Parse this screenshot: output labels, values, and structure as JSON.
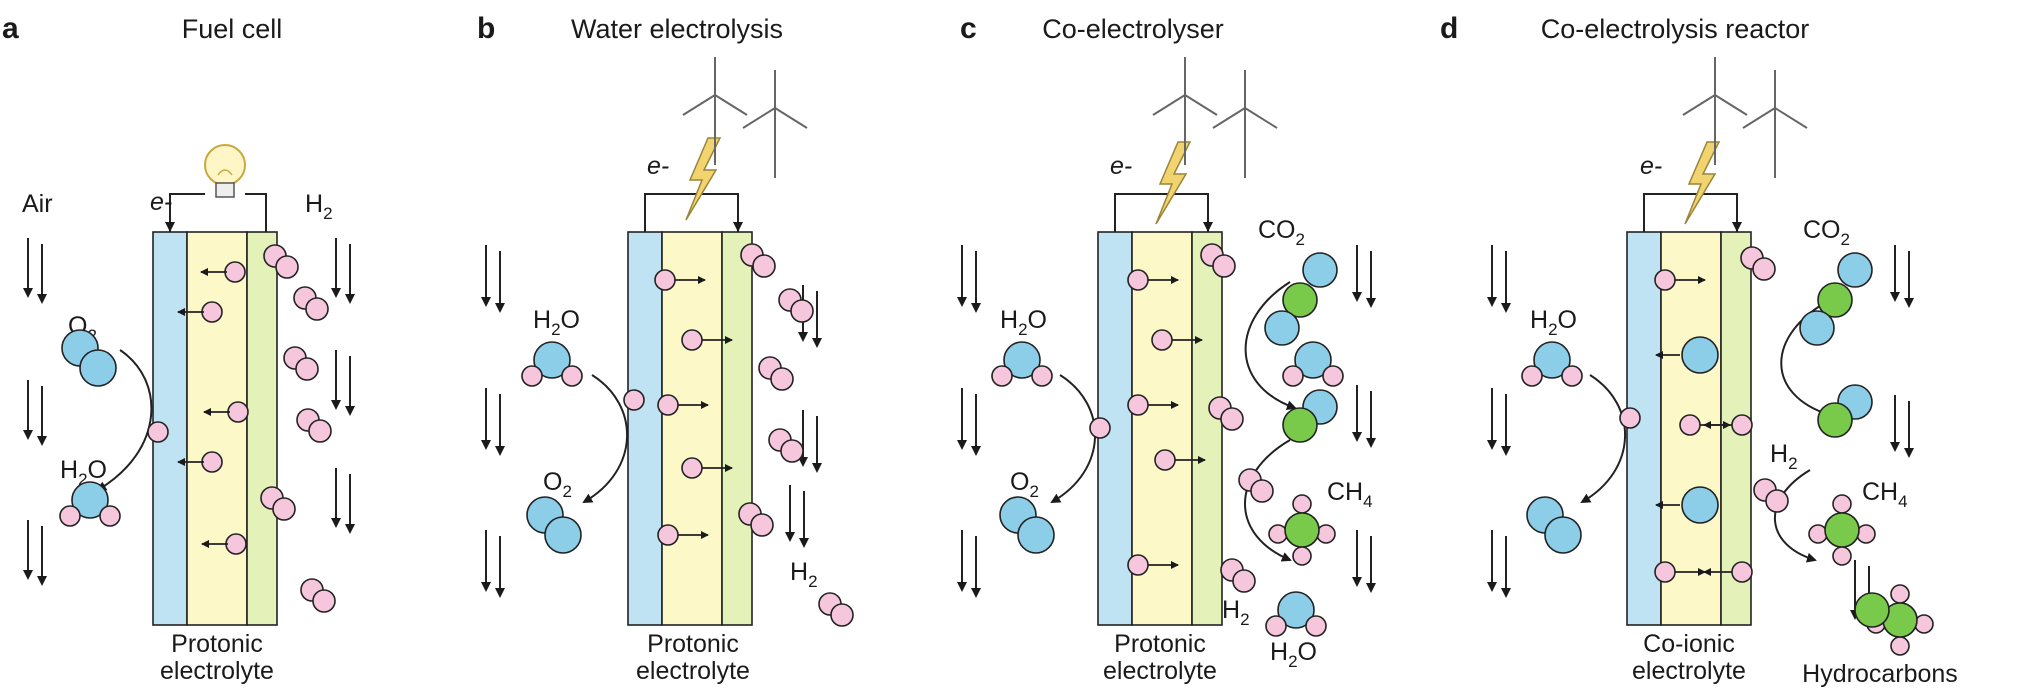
{
  "panels": [
    {
      "letter": "a",
      "title": "Fuel cell",
      "left_label": "Air",
      "right_label": "H",
      "right_sub": "2",
      "caption_line1": "Protonic",
      "caption_line2": "electrolyte",
      "electron_label": "e-"
    },
    {
      "letter": "b",
      "title": "Water electrolysis",
      "caption_line1": "Protonic",
      "caption_line2": "electrolyte",
      "electron_label": "e-"
    },
    {
      "letter": "c",
      "title": "Co-electrolyser",
      "caption_line1": "Protonic",
      "caption_line2": "electrolyte",
      "electron_label": "e-"
    },
    {
      "letter": "d",
      "title": "Co-electrolysis reactor",
      "caption_line1": "Co-ionic",
      "caption_line2": "electrolyte",
      "electron_label": "e-",
      "extra_label": "Hydrocarbons"
    }
  ],
  "molecules": {
    "o2": {
      "main": "O",
      "sub": "2"
    },
    "h2o": {
      "main": "H",
      "sub": "2",
      "tail": "O"
    },
    "h2": {
      "main": "H",
      "sub": "2"
    },
    "co2": {
      "main": "CO",
      "sub": "2"
    },
    "ch4": {
      "main": "CH",
      "sub": "4"
    }
  },
  "colors": {
    "cathode_blue": "#bfe3f3",
    "electrolyte_yellow": "#fdf8c8",
    "anode_green": "#e4f1b8",
    "proton_pink": "#f6c6dc",
    "oxygen_blue": "#8ccde8",
    "carbon_green": "#79c94a",
    "lightning": "#f1d46f"
  },
  "icons": [
    "light-bulb-icon",
    "wind-turbine-icon",
    "lightning-bolt-icon"
  ]
}
